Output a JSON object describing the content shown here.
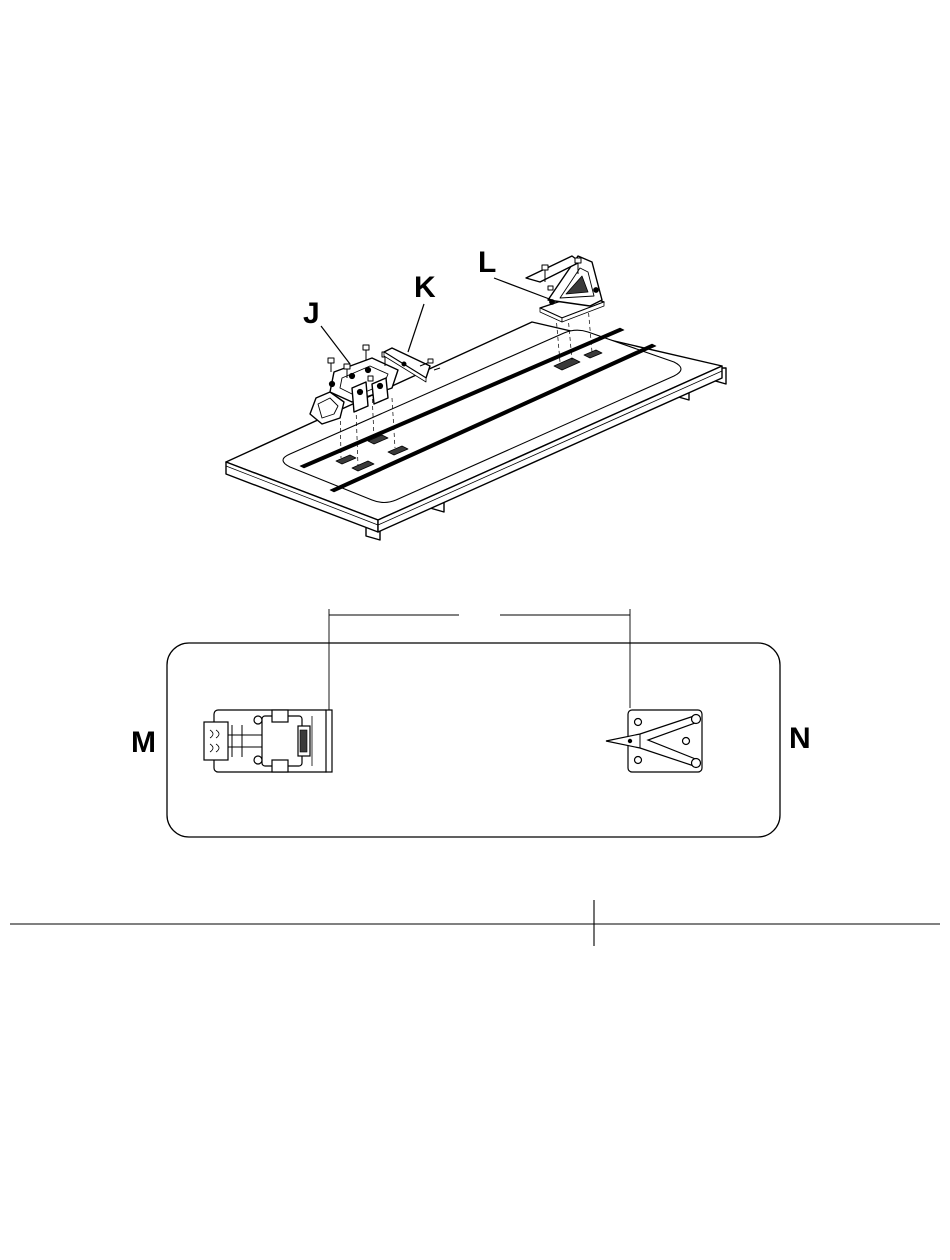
{
  "labels": {
    "j": "J",
    "k": "K",
    "l": "L",
    "m": "M",
    "n": "N"
  },
  "colors": {
    "line": "#000000",
    "fill_dark": "#3a3a3a",
    "background": "#ffffff"
  }
}
